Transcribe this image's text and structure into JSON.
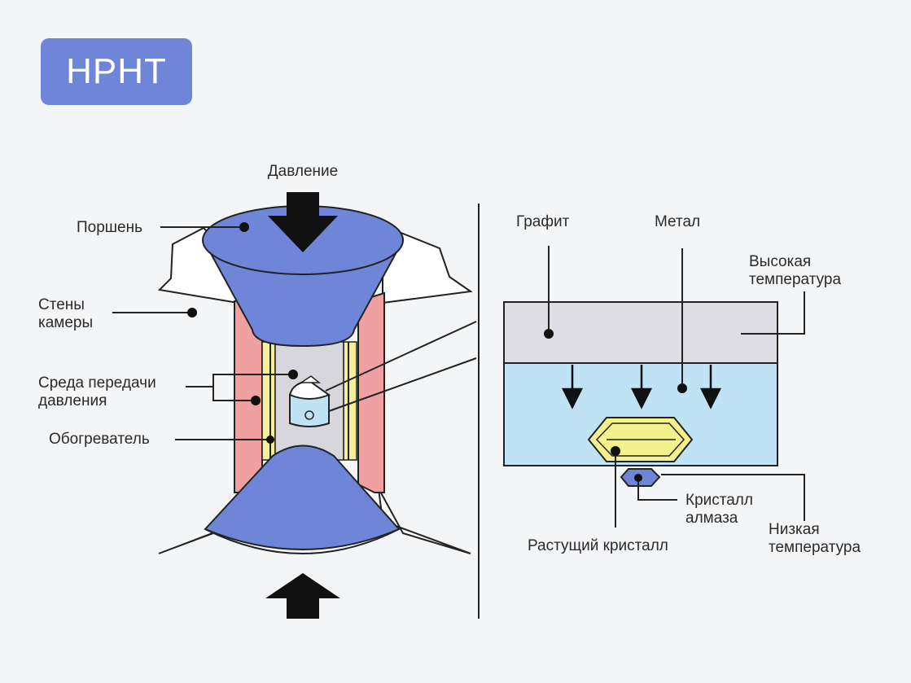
{
  "badge": {
    "label": "HPHT"
  },
  "colors": {
    "piston_blue": "#6f86d8",
    "wall_pink": "#f0a0a0",
    "medium_yellow": "#f3ef9a",
    "chamber_grey": "#d6d6dc",
    "graphite_grey": "#dedde3",
    "metal_blue": "#bfe3f4",
    "crystal_yellow": "#f5f18c",
    "seed_blue": "#6f86d8"
  },
  "press": {
    "pressure_label": "Давление",
    "piston_label": "Поршень",
    "walls_label_line1": "Стены",
    "walls_label_line2": "камеры",
    "medium_label_line1": "Среда передачи",
    "medium_label_line2": "давления",
    "heater_label": "Обогреватель"
  },
  "cell": {
    "graphite_label": "Графит",
    "metal_label": "Метал",
    "high_temp_line1": "Высокая",
    "high_temp_line2": "температура",
    "diamond_crystal_line1": "Кристалл",
    "diamond_crystal_line2": "алмаза",
    "low_temp_line1": "Низкая",
    "low_temp_line2": "температура",
    "growing_crystal_label": "Растущий кристалл"
  }
}
